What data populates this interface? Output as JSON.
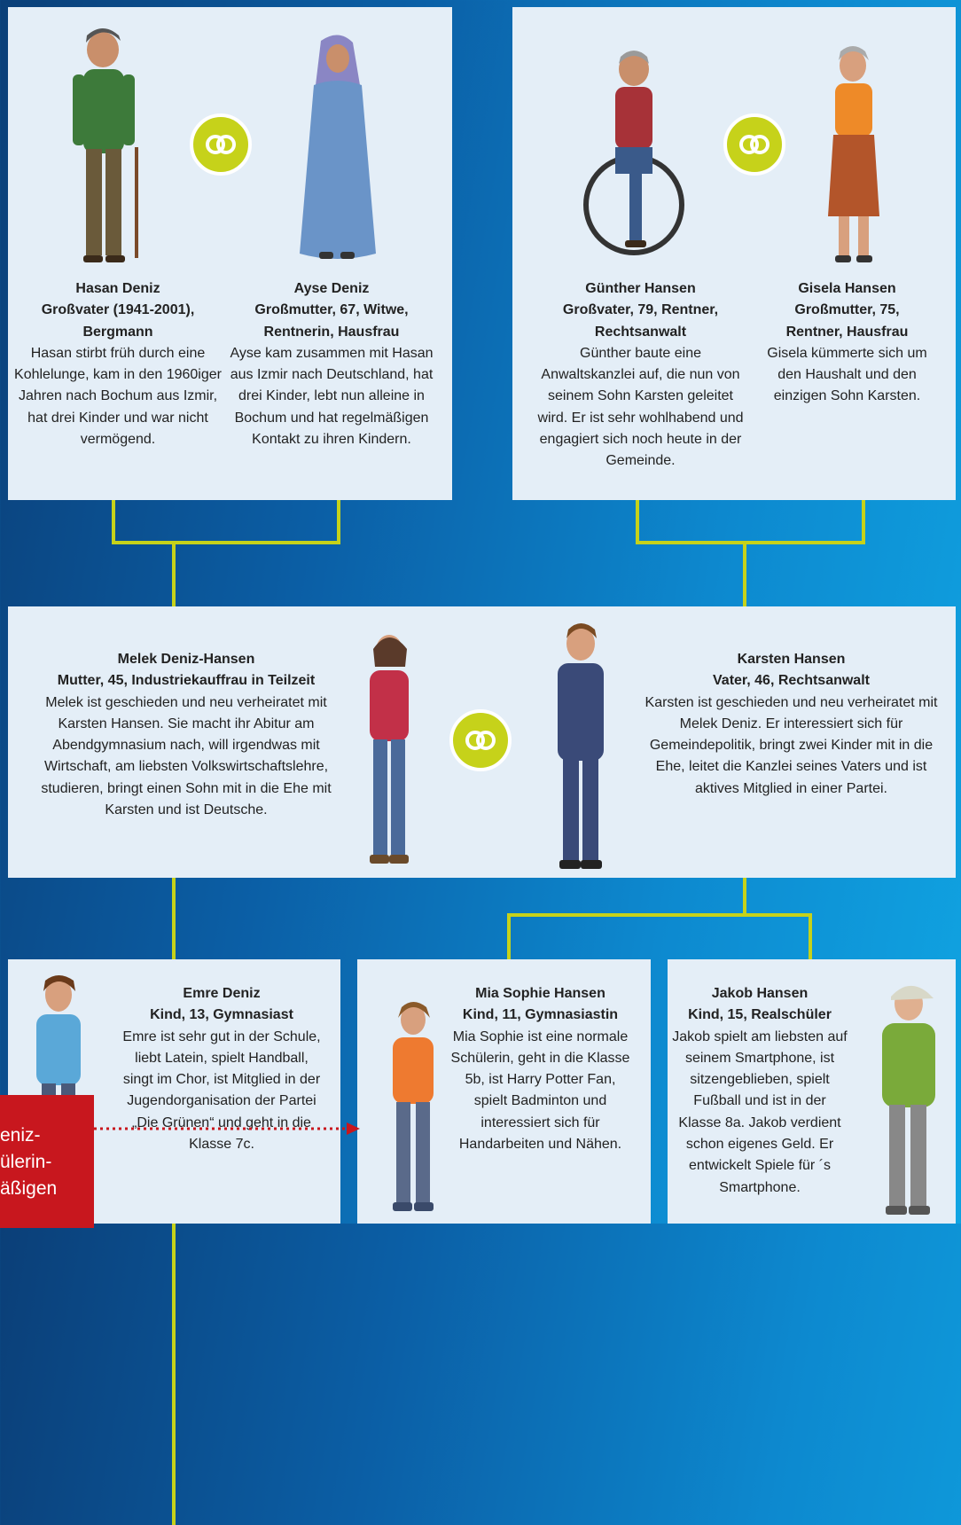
{
  "colors": {
    "accent": "#c6d21a",
    "card": "#e4eef7",
    "note": "#c8171e",
    "arrow": "#c8171e"
  },
  "marriage_icon": "wedding-rings-icon",
  "people": {
    "hasan": {
      "name": "Hasan Deniz",
      "role": "Großvater (1941-2001), Bergmann",
      "desc": "Hasan stirbt früh durch eine Kohlelunge, kam in den 1960iger Jahren nach Bochum aus Izmir, hat drei Kinder und war nicht vermögend."
    },
    "ayse": {
      "name": "Ayse Deniz",
      "role": "Großmutter, 67, Witwe, Rentnerin, Hausfrau",
      "desc": "Ayse kam zusammen mit Hasan aus Izmir nach Deutschland, hat drei Kinder, lebt nun alleine in Bochum und hat regelmäßigen Kontakt zu ihren Kindern."
    },
    "guenther": {
      "name": "Günther Hansen",
      "role": "Großvater, 79, Rentner, Rechtsanwalt",
      "desc": "Günther baute eine Anwaltskanzlei auf, die nun von seinem Sohn Karsten geleitet wird. Er ist sehr wohlhabend und engagiert sich noch heute in der Gemeinde."
    },
    "gisela": {
      "name": "Gisela Hansen",
      "role": "Großmutter, 75, Rentner, Hausfrau",
      "desc": "Gisela kümmerte sich um den Haushalt und den einzigen Sohn Karsten."
    },
    "melek": {
      "name": "Melek Deniz-Hansen",
      "role": "Mutter, 45, Industriekauffrau in Teilzeit",
      "desc": "Melek ist geschieden und neu verheiratet mit Karsten Hansen. Sie macht ihr Abitur am Abendgymnasium nach, will irgendwas mit Wirtschaft, am liebsten Volkswirtschaftslehre, studieren, bringt einen Sohn mit in die Ehe mit Karsten und ist Deutsche."
    },
    "karsten": {
      "name": "Karsten Hansen",
      "role": "Vater, 46, Rechtsanwalt",
      "desc": "Karsten ist geschieden und neu verheiratet mit Melek Deniz. Er interessiert sich für Gemeindepolitik, bringt zwei Kinder mit in die Ehe, leitet die Kanzlei seines Vaters und ist aktives Mitglied in einer Partei."
    },
    "emre": {
      "name": "Emre Deniz",
      "role": "Kind, 13, Gymnasiast",
      "desc": "Emre ist sehr gut in der Schule, liebt Latein, spielt Handball, singt im Chor, ist Mitglied in der Jugendorganisation der Partei „Die Grünen“ und geht in die Klasse 7c."
    },
    "mia": {
      "name": "Mia Sophie Hansen",
      "role": "Kind, 11, Gymnasiastin",
      "desc": "Mia Sophie ist eine normale Schülerin, geht in die Klasse 5b, ist Harry Potter Fan, spielt Badminton und interessiert sich für Handarbeiten und Nähen."
    },
    "jakob": {
      "name": "Jakob Hansen",
      "role": "Kind, 15, Realschüler",
      "desc": "Jakob spielt am liebsten auf seinem Smartphone, ist sitzengeblieben, spielt Fußball und ist in der Klasse 8a. Jakob verdient schon eigenes Geld. Er entwickelt Spiele für ´s Smartphone."
    }
  },
  "note": {
    "line1": "eniz-",
    "line2": "ülerin-",
    "line3": "äßigen"
  }
}
